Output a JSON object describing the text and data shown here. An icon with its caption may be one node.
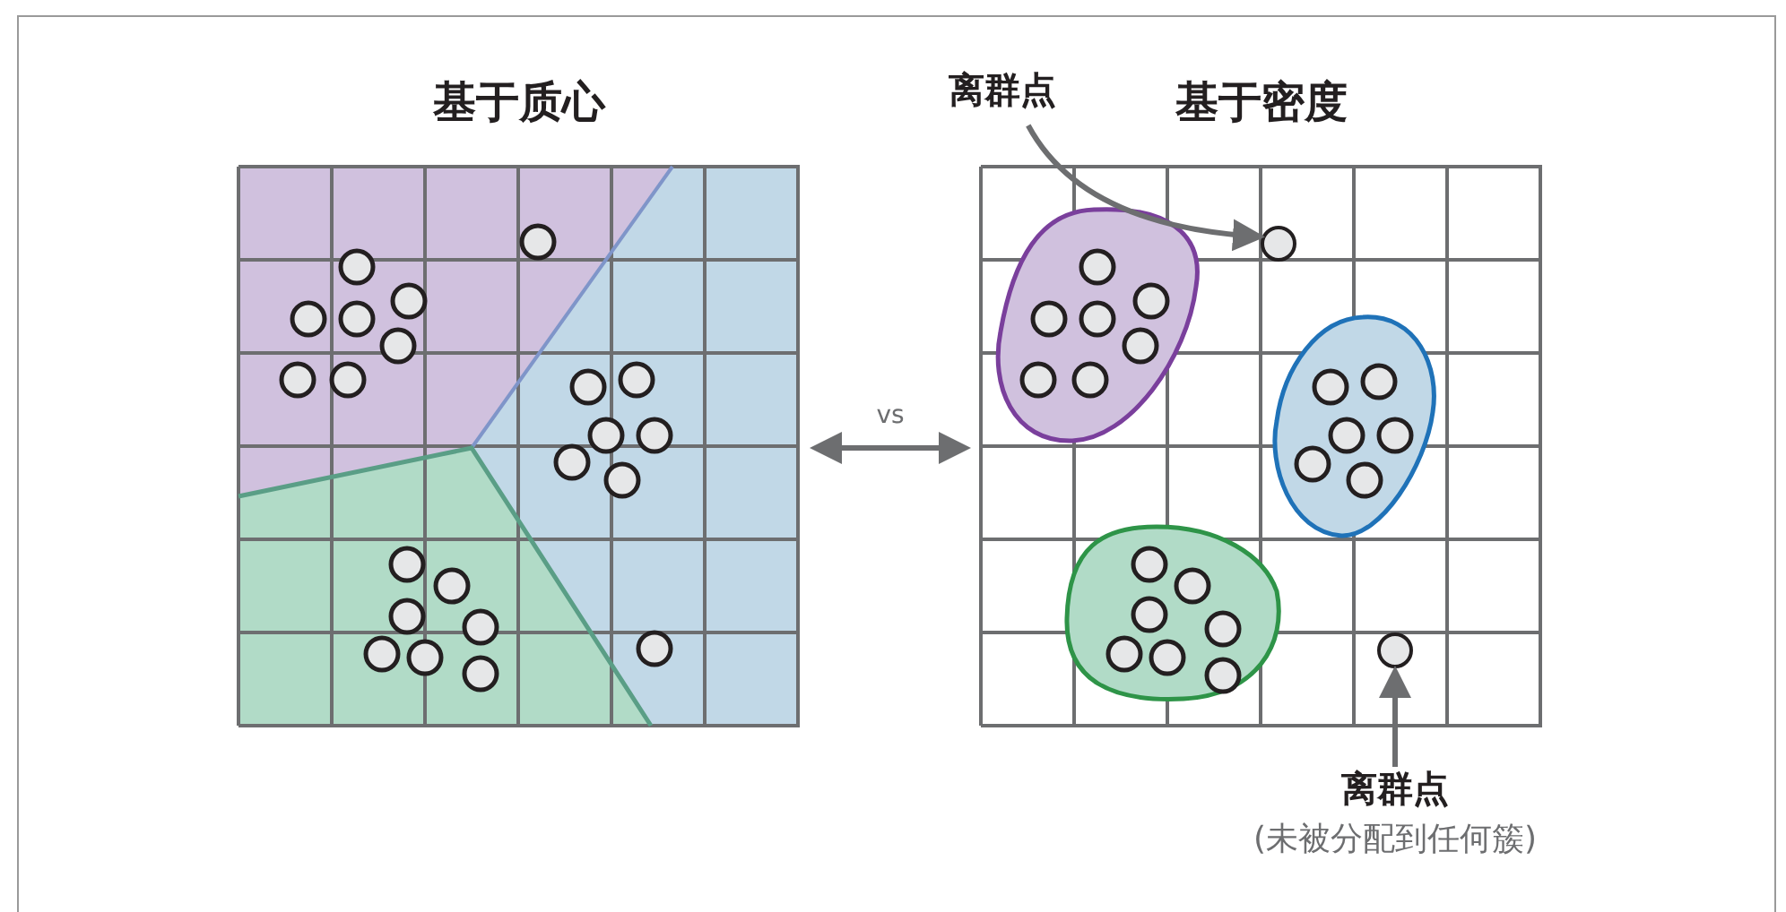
{
  "diagram": {
    "nodes": [
      {
        "text": [
          "基于质心"
        ]
      },
      {
        "text": [
          "基于密度"
        ]
      },
      {
        "text": [
          "离群点"
        ]
      },
      {
        "text": [],
        "shape": "circle",
        "in": 1
      },
      {
        "text": [
          "离群点",
          "(未被分配到任何簇)"
        ]
      },
      {
        "text": [],
        "shape": "circle",
        "in": 1
      }
    ],
    "edges": [
      {
        "from": 0,
        "to": 1,
        "arrow": "both",
        "label": "vs"
      },
      {
        "from": 2,
        "to": 3,
        "arrow": "to"
      },
      {
        "from": 4,
        "to": 5,
        "arrow": "to"
      }
    ]
  }
}
